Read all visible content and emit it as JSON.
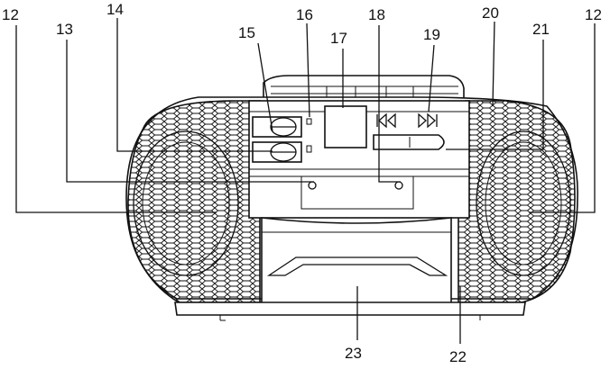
{
  "callouts": [
    {
      "id": "c12a",
      "label": "12"
    },
    {
      "id": "c13",
      "label": "13"
    },
    {
      "id": "c14",
      "label": "14"
    },
    {
      "id": "c15",
      "label": "15"
    },
    {
      "id": "c16",
      "label": "16"
    },
    {
      "id": "c17",
      "label": "17"
    },
    {
      "id": "c18",
      "label": "18"
    },
    {
      "id": "c19",
      "label": "19"
    },
    {
      "id": "c20",
      "label": "20"
    },
    {
      "id": "c21",
      "label": "21"
    },
    {
      "id": "c12b",
      "label": "12"
    },
    {
      "id": "c23",
      "label": "23"
    },
    {
      "id": "c22",
      "label": "22"
    }
  ],
  "colors": {
    "line": "#111111",
    "background": "#ffffff"
  },
  "icons": [
    "skip-back-icon",
    "skip-forward-icon"
  ]
}
